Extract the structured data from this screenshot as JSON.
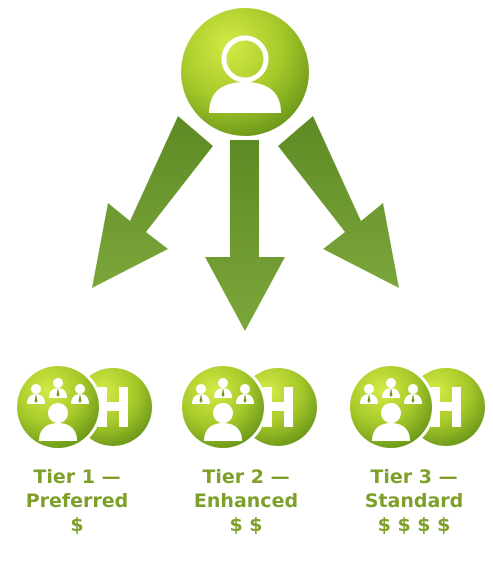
{
  "colors": {
    "arrow": "#6f9a2c",
    "circle_light": "#c3dd3a",
    "circle_dark": "#6f9b1e",
    "text": "#7ea02a"
  },
  "top_icon": "person-icon",
  "tiers": [
    {
      "name": "Tier 1 —",
      "level": "Preferred",
      "cost": "$",
      "icons": [
        "people-group-icon",
        "hospital-h-icon"
      ]
    },
    {
      "name": "Tier 2 —",
      "level": "Enhanced",
      "cost": "$ $",
      "icons": [
        "people-group-icon",
        "hospital-h-icon"
      ]
    },
    {
      "name": "Tier 3 —",
      "level": "Standard",
      "cost": "$ $ $ $",
      "icons": [
        "people-group-icon",
        "hospital-h-icon"
      ]
    }
  ]
}
